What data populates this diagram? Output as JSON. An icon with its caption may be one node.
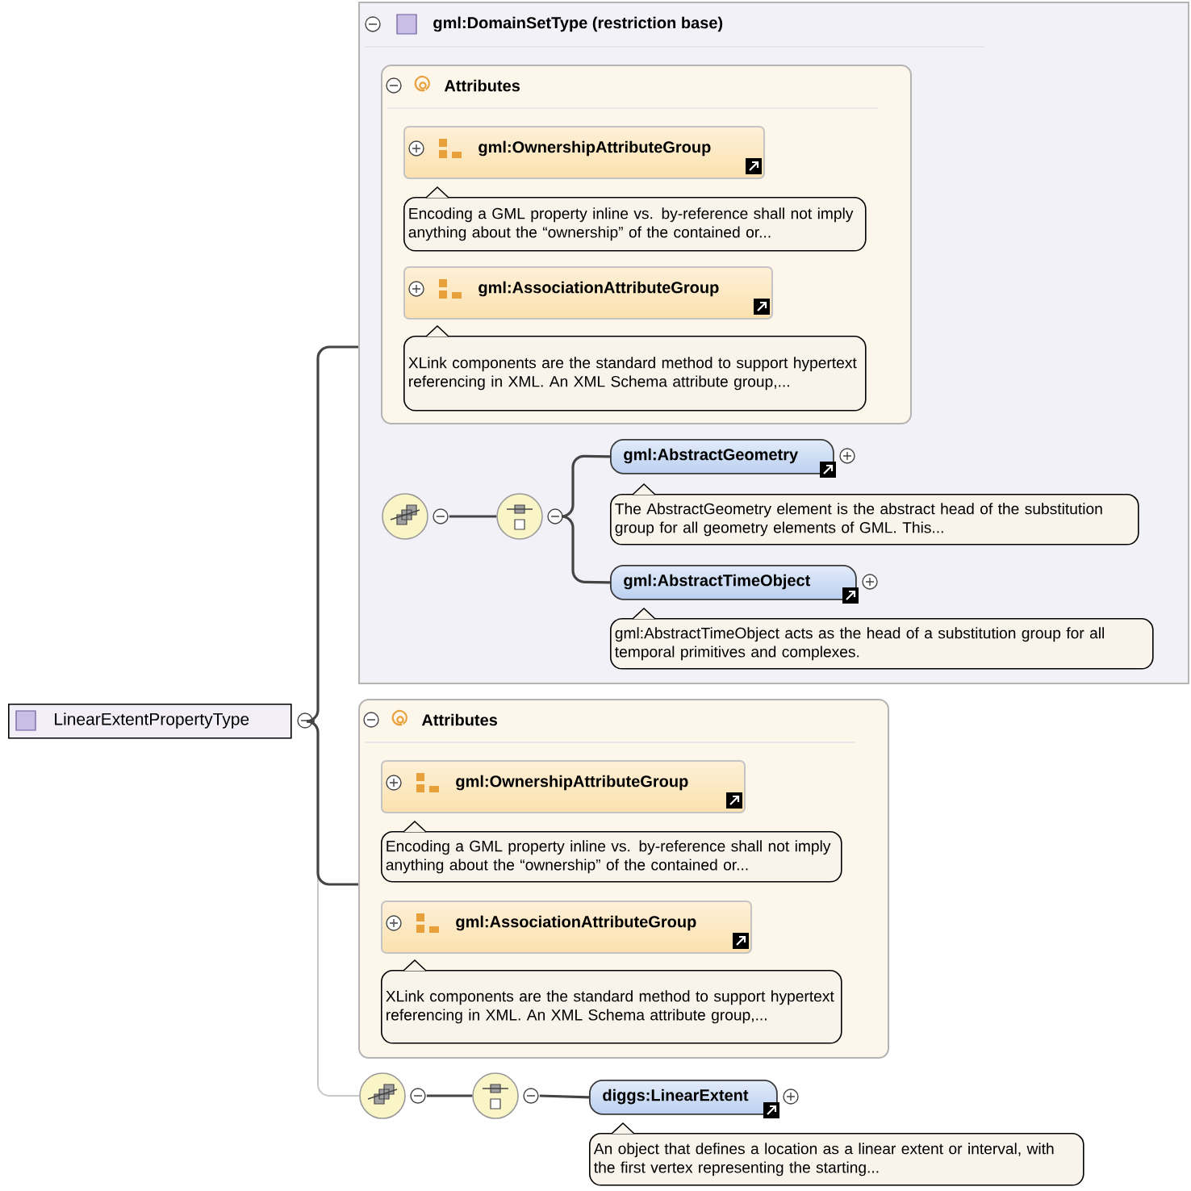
{
  "diagram": {
    "nodes": [
      {
        "text": [
          "LinearExtentPropertyType"
        ]
      },
      {
        "text": [
          "gml:DomainSetType (restriction base)"
        ]
      },
      {
        "text": [
          "Attributes"
        ],
        "in": 1
      },
      {
        "text": [
          "gml:OwnershipAttributeGroup"
        ],
        "in": 2
      },
      {
        "text": [
          "Encoding a GML property inline vs. by-reference shall not imply anything about the “ownership” of the contained or..."
        ],
        "in": 2
      },
      {
        "text": [
          "gml:AssociationAttributeGroup"
        ],
        "in": 2
      },
      {
        "text": [
          "XLink components are the standard method to support hypertext referencing in XML. An XML Schema attribute group,..."
        ],
        "in": 2
      },
      {
        "text": [],
        "shape": "circle",
        "in": 1
      },
      {
        "text": [],
        "shape": "circle",
        "in": 1
      },
      {
        "text": [
          "gml:AbstractGeometry"
        ],
        "in": 1
      },
      {
        "text": [
          "The AbstractGeometry element is the abstract head of the substitution group for all geometry elements of GML. This..."
        ],
        "in": 1
      },
      {
        "text": [
          "gml:AbstractTimeObject"
        ],
        "in": 1
      },
      {
        "text": [
          "gml:AbstractTimeObject acts as the head of a substitution group for all temporal primitives and complexes."
        ],
        "in": 1
      },
      {
        "text": [
          "Attributes"
        ]
      },
      {
        "text": [
          "gml:OwnershipAttributeGroup"
        ],
        "in": 13
      },
      {
        "text": [
          "Encoding a GML property inline vs. by-reference shall not imply anything about the “ownership” of the contained or..."
        ],
        "in": 13
      },
      {
        "text": [
          "gml:AssociationAttributeGroup"
        ],
        "in": 13
      },
      {
        "text": [
          "XLink components are the standard method to support hypertext referencing in XML. An XML Schema attribute group,..."
        ],
        "in": 13
      },
      {
        "text": [],
        "shape": "circle"
      },
      {
        "text": [],
        "shape": "circle"
      },
      {
        "text": [
          "diggs:LinearExtent"
        ]
      },
      {
        "text": [
          "An object that defines a location as a linear extent or interval, with the first vertex representing the starting..."
        ]
      }
    ],
    "edges": [
      {
        "from": 0,
        "to": 1,
        "arrow": "none"
      },
      {
        "from": 0,
        "to": 13,
        "arrow": "none"
      },
      {
        "from": 0,
        "to": 18,
        "arrow": "none",
        "color": "#c8c8c8"
      },
      {
        "from": 7,
        "to": 8,
        "arrow": "none"
      },
      {
        "from": 8,
        "to": 9,
        "arrow": "none"
      },
      {
        "from": 8,
        "to": 11,
        "arrow": "none"
      },
      {
        "from": 18,
        "to": 19,
        "arrow": "none"
      },
      {
        "from": 19,
        "to": 20,
        "arrow": "none"
      }
    ]
  }
}
